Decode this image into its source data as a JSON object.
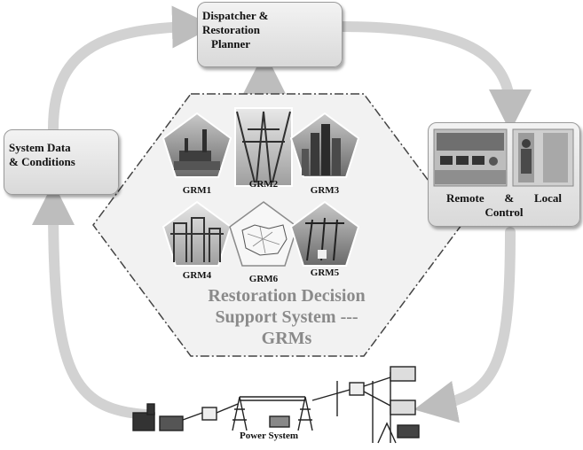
{
  "dispatcher": {
    "line1": "Dispatcher &",
    "line2": "Restoration",
    "line3": "Planner"
  },
  "system_data": {
    "line1": "System Data",
    "line2": "& Conditions"
  },
  "control": {
    "line1_left": "Remote",
    "line1_mid": "&",
    "line1_right": "Local",
    "line2": "Control"
  },
  "grms": [
    "GRM1",
    "GRM2",
    "GRM3",
    "GRM4",
    "GRM6",
    "GRM5"
  ],
  "rdss": {
    "line1": "Restoration Decision",
    "line2": "Support System ---",
    "line3": "GRMs"
  },
  "power_system": "Power System",
  "colors": {
    "arrow": "#d2d2d2",
    "box_fill": "#e6e6e6",
    "title_gray": "#8a8a8a",
    "dash_border": "#444444"
  }
}
